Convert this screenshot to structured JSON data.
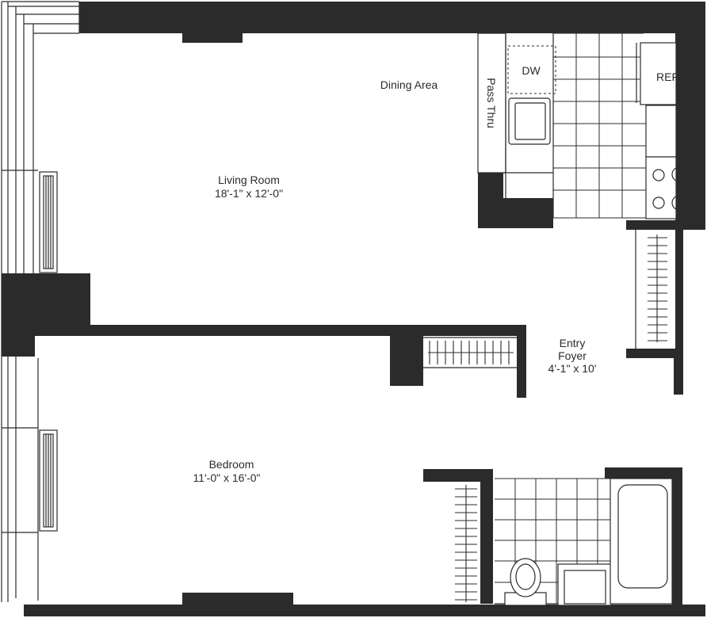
{
  "rooms": {
    "living_room": {
      "name": "Living Room",
      "dimensions": "18'-1\" x 12'-0\""
    },
    "dining_area": {
      "name": "Dining Area"
    },
    "bedroom": {
      "name": "Bedroom",
      "dimensions": "11'-0\" x 16'-0\""
    },
    "entry_foyer": {
      "name_line1": "Entry",
      "name_line2": "Foyer",
      "dimensions": "4'-1\" x 10'"
    }
  },
  "fixtures": {
    "pass_thru": "Pass Thru",
    "dishwasher": "DW",
    "refrigerator": "REF"
  }
}
